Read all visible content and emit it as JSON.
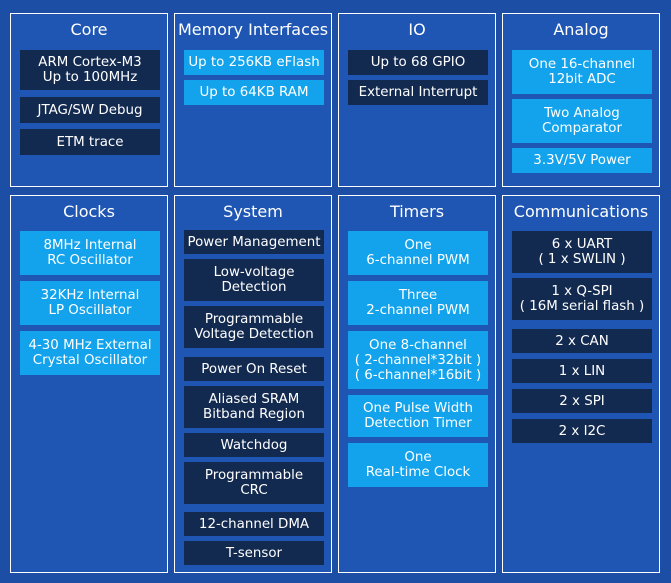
{
  "colors": {
    "background": "#1d4ea6",
    "panel": "#1f56b3",
    "dark_block": "#132a50",
    "light_block": "#12a3ec",
    "border": "#ffffff"
  },
  "core": {
    "title": "Core",
    "items": [
      "ARM Cortex-M3\nUp to 100MHz",
      "JTAG/SW Debug",
      "ETM trace"
    ]
  },
  "memory": {
    "title": "Memory Interfaces",
    "items": [
      "Up to 256KB eFlash",
      "Up to 64KB RAM"
    ]
  },
  "io": {
    "title": "IO",
    "items": [
      "Up to 68 GPIO",
      "External Interrupt"
    ]
  },
  "analog": {
    "title": "Analog",
    "items": [
      "One 16-channel\n12bit ADC",
      "Two Analog\nComparator",
      "3.3V/5V Power"
    ]
  },
  "clocks": {
    "title": "Clocks",
    "items": [
      "8MHz Internal\nRC Oscillator",
      "32KHz Internal\nLP Oscillator",
      "4-30 MHz External\nCrystal Oscillator"
    ]
  },
  "system": {
    "title": "System",
    "items": [
      "Power Management",
      "Low-voltage\nDetection",
      "Programmable\nVoltage Detection",
      "Power On Reset",
      "Aliased SRAM\nBitband Region",
      "Watchdog",
      "Programmable\nCRC",
      "12-channel DMA",
      "T-sensor"
    ]
  },
  "timers": {
    "title": "Timers",
    "items": [
      "One\n6-channel PWM",
      "Three\n2-channel PWM",
      "One 8-channel\n( 2-channel*32bit )\n( 6-channel*16bit )",
      "One Pulse Width\nDetection Timer",
      "One\nReal-time Clock"
    ]
  },
  "comms": {
    "title": "Communications",
    "items": [
      "6 x UART\n( 1 x SWLIN )",
      "1 x Q-SPI\n( 16M serial flash )",
      "2 x CAN",
      "1 x LIN",
      "2 x SPI",
      "2 x I2C"
    ]
  }
}
